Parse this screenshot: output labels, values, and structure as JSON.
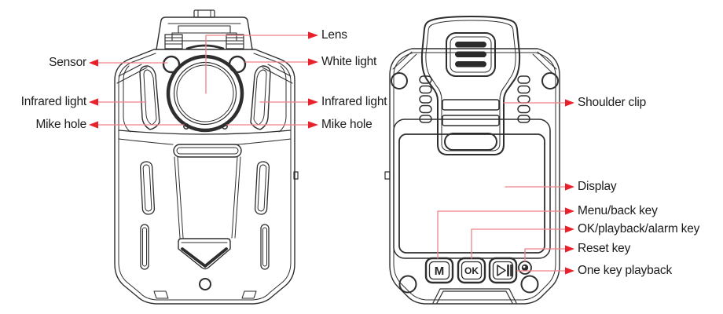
{
  "diagram": {
    "device": "Body camera parts diagram",
    "accent_color": "#e8212b",
    "leader_line_color": "#ef8289",
    "line_art_color": "#2e2e2e",
    "front_view": {
      "labels_left": [
        {
          "text": "Sensor"
        },
        {
          "text": "Infrared light"
        },
        {
          "text": "Mike hole"
        }
      ],
      "labels_right": [
        {
          "text": "Lens"
        },
        {
          "text": "White light"
        },
        {
          "text": "Infrared light"
        },
        {
          "text": "Mike hole"
        }
      ]
    },
    "back_view": {
      "labels": [
        {
          "text": "Shoulder clip"
        },
        {
          "text": "Display"
        },
        {
          "text": "Menu/back key"
        },
        {
          "text": "OK/playback/alarm key"
        },
        {
          "text": "Reset key"
        },
        {
          "text": "One key playback"
        }
      ],
      "buttons": {
        "menu": "M",
        "ok": "OK"
      }
    }
  }
}
